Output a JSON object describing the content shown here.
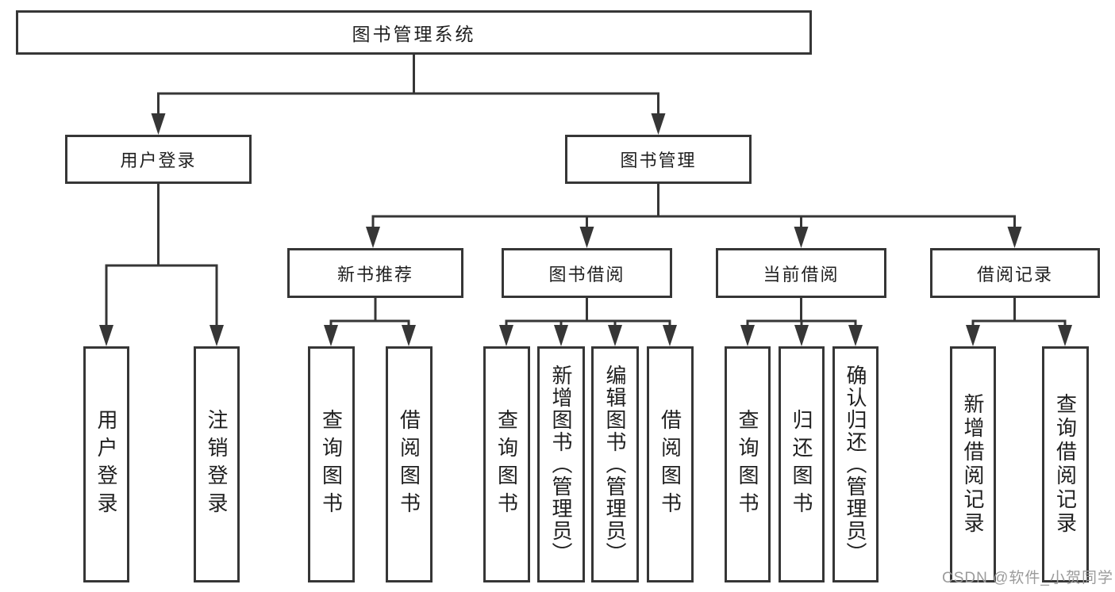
{
  "title": "图书管理系统",
  "branches": [
    {
      "label": "用户登录",
      "children": [
        "用户登录",
        "注销登录"
      ]
    },
    {
      "label": "图书管理",
      "sections": [
        {
          "label": "新书推荐",
          "children": [
            "查询图书",
            "借阅图书"
          ]
        },
        {
          "label": "图书借阅",
          "children": [
            "查询图书",
            "新增图书（管理员）",
            "编辑图书（管理员）",
            "借阅图书"
          ]
        },
        {
          "label": "当前借阅",
          "children": [
            "查询图书",
            "归还图书",
            "确认归还（管理员）"
          ]
        },
        {
          "label": "借阅记录",
          "children": [
            "新增借阅记录",
            "查询借阅记录"
          ]
        }
      ]
    }
  ],
  "watermark": {
    "text": "CSDN @软件_小贺同学"
  },
  "colors": {
    "line": "#363636",
    "text": "#1f1f1f",
    "watermark": "#9b9b9b",
    "background": "#ffffff"
  }
}
